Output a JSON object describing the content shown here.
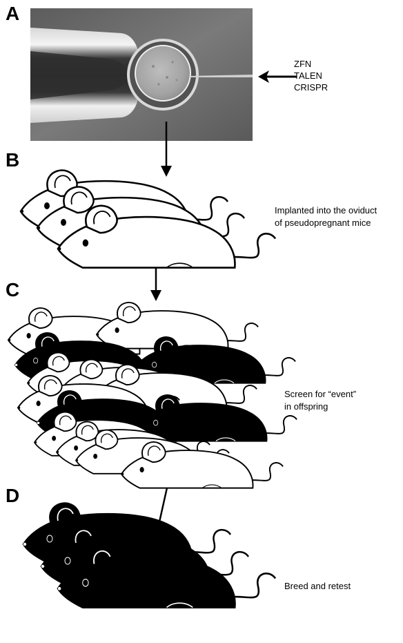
{
  "panels": {
    "a": {
      "letter": "A",
      "nucleases": [
        "ZFN",
        "TALEN",
        "CRISPR"
      ]
    },
    "b": {
      "letter": "B",
      "caption_line1": "Implanted into the oviduct",
      "caption_line2": "of pseudopregnant mice"
    },
    "c": {
      "letter": "C",
      "caption_line1": "Screen for “event”",
      "caption_line2": "in offspring"
    },
    "d": {
      "letter": "D",
      "caption_line1": "Breed and retest"
    }
  },
  "colors": {
    "white_mouse": "#ffffff",
    "black_mouse": "#000000",
    "micrograph_bg": "#6e6e6e"
  }
}
